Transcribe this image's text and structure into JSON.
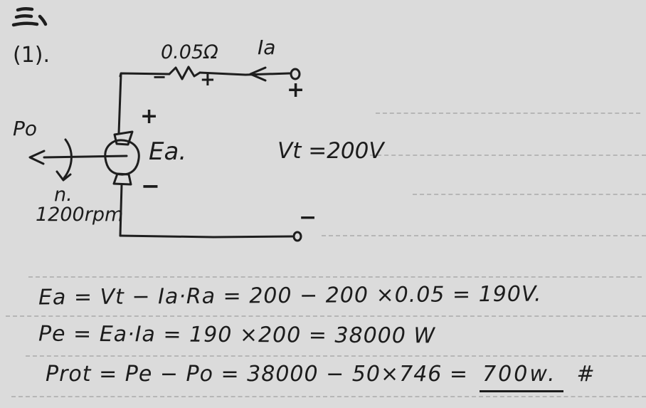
{
  "colors": {
    "paper": "#dbdbdb",
    "ink": "#1c1c1c",
    "rule": "#8a8a8a"
  },
  "header": {
    "problem_number": "三、",
    "part_number": "(1)."
  },
  "circuit": {
    "resistor_value": "0.05Ω",
    "armature_current": "Ia",
    "resistor_minus": "−",
    "resistor_plus": "+",
    "input_terminal_plus": "+",
    "return_terminal_minus": "−",
    "emf_plus": "+",
    "emf_label": "Ea.",
    "emf_minus": "−",
    "output_power": "Po",
    "speed_symbol": "n.",
    "speed_value": "1200rpm",
    "terminal_voltage": "Vt =200V"
  },
  "solution": {
    "line1": "Ea = Vt − Ia·Ra = 200 − 200 ×0.05 = 190V.",
    "line2": "Pe = Ea·Ia = 190 ×200 = 38000 W",
    "line3_expression": "Prot = Pe − Po = 38000 − 50×746 =",
    "line3_result": "700w.",
    "line3_mark": "#"
  }
}
